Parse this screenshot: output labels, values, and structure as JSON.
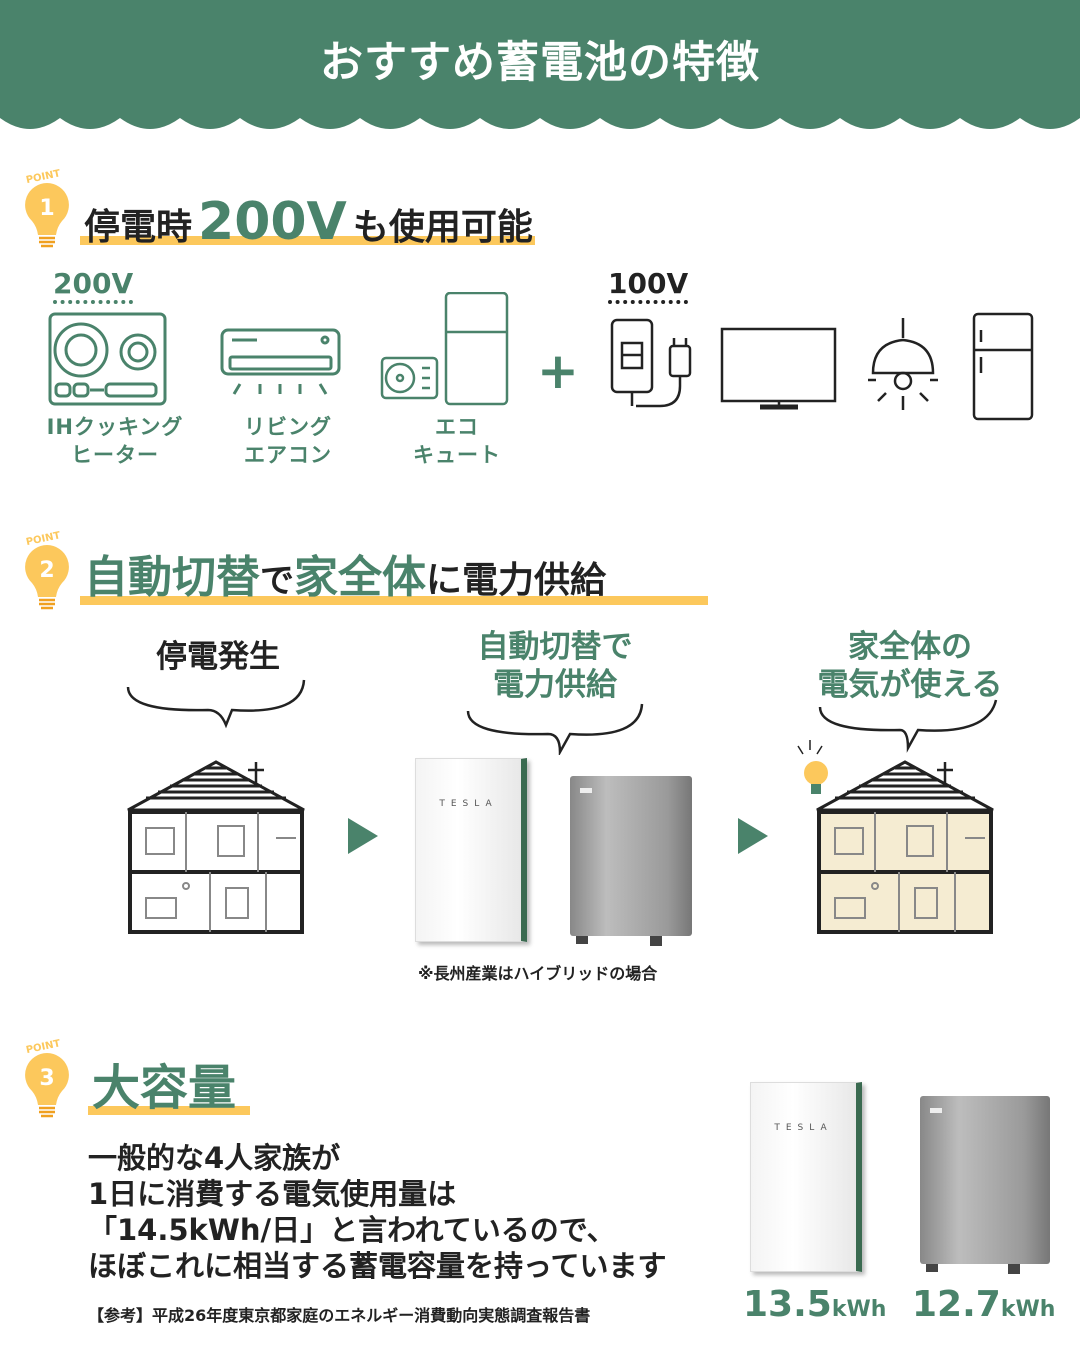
{
  "colors": {
    "brand_green": "#4a836b",
    "accent_yellow": "#fcc85c",
    "text": "#222222"
  },
  "header": {
    "title": "おすすめ蓄電池の特徴"
  },
  "point_badge": "POINT",
  "point1": {
    "number": "1",
    "title_pre": "停電時",
    "title_highlight": "200V",
    "title_post": "も使用可能",
    "group_200v": {
      "label": "200V",
      "items": [
        {
          "icon": "ih-cooktop-icon",
          "label_l1": "IHクッキング",
          "label_l2": "ヒーター"
        },
        {
          "icon": "air-conditioner-icon",
          "label_l1": "リビング",
          "label_l2": "エアコン"
        },
        {
          "icon": "eco-cute-water-heater-icon",
          "label_l1": "エコ",
          "label_l2": "キュート"
        }
      ]
    },
    "plus": "+",
    "group_100v": {
      "label": "100V",
      "icons": [
        "phone-charger-icon",
        "tv-icon",
        "ceiling-lamp-icon",
        "refrigerator-icon"
      ]
    }
  },
  "point2": {
    "number": "2",
    "title_parts": [
      {
        "text": "自動切替",
        "green": true
      },
      {
        "text": "で",
        "green": false
      },
      {
        "text": "家全体",
        "green": true
      },
      {
        "text": "に電力供給",
        "green": false
      }
    ],
    "steps": [
      {
        "l1": "停電発生",
        "l2": ""
      },
      {
        "l1": "自動切替で",
        "l2": "電力供給"
      },
      {
        "l1": "家全体の",
        "l2": "電気が使える"
      }
    ],
    "tesla_logo": "TESLA",
    "note": "※長州産業はハイブリッドの場合"
  },
  "point3": {
    "number": "3",
    "title": "大容量",
    "paragraph": [
      "一般的な4人家族が",
      "1日に消費する電気使用量は",
      "「14.5kWh/日」と言われているので、",
      "ほぼこれに相当する蓄電容量を持っています"
    ],
    "reference": "【参考】平成26年度東京都家庭のエネルギー消費動向実態調査報告書",
    "capacities": [
      {
        "value": "13.5",
        "unit": "kWh"
      },
      {
        "value": "12.7",
        "unit": "kWh"
      }
    ]
  }
}
